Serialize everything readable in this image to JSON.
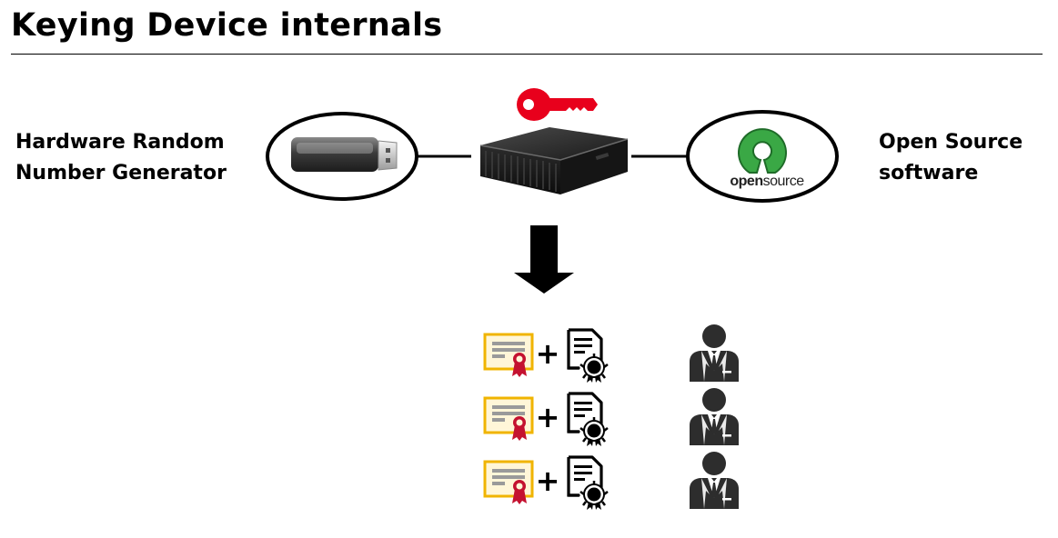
{
  "title": "Keying Device internals",
  "labels": {
    "hardware_rng": [
      "Hardware Random",
      "Number Generator"
    ],
    "open_source": [
      "Open Source",
      "software"
    ]
  },
  "logo_text": {
    "part1": "open",
    "part2": "source"
  },
  "connector": "+",
  "rows": 3,
  "colors": {
    "key": "#e8001c",
    "certificate_border": "#f0b400",
    "certificate_fill": "#fff6d8",
    "ribbon": "#c41230",
    "opensource_green": "#3aa845",
    "person": "#2d2d2d"
  }
}
